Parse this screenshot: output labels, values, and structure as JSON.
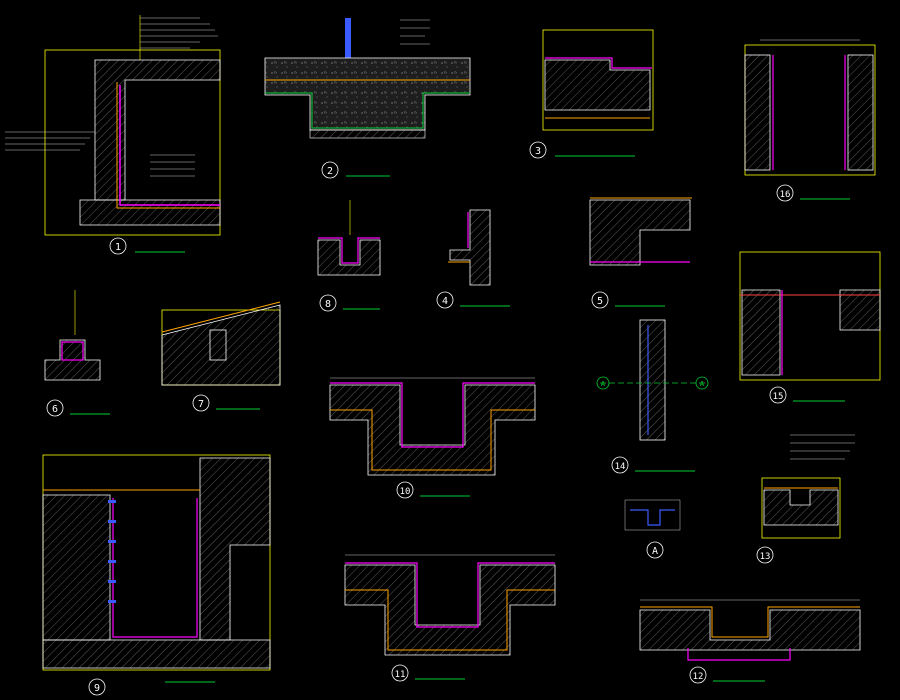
{
  "colors": {
    "background": "#000000",
    "concrete_outline": "#ffffff",
    "hatch": "#6b6b6b",
    "leader": "#ffff00",
    "waterproof": "#ff00ff",
    "layer": "#ffa500",
    "rebar": "#00ffff",
    "blue_line": "#3a5cff",
    "annotation": "#c8c8c8",
    "underline": "#00cc33"
  },
  "details": [
    {
      "id": "d1",
      "number": "1"
    },
    {
      "id": "d2",
      "number": "2"
    },
    {
      "id": "d3",
      "number": "3"
    },
    {
      "id": "d4",
      "number": "4"
    },
    {
      "id": "d5",
      "number": "5"
    },
    {
      "id": "d6",
      "number": "6"
    },
    {
      "id": "d7",
      "number": "7"
    },
    {
      "id": "d8",
      "number": "8"
    },
    {
      "id": "d9",
      "number": "9"
    },
    {
      "id": "d10",
      "number": "10"
    },
    {
      "id": "d11",
      "number": "11"
    },
    {
      "id": "d12",
      "number": "12"
    },
    {
      "id": "d13",
      "number": "13"
    },
    {
      "id": "d14",
      "number": "14"
    },
    {
      "id": "d15",
      "number": "15"
    },
    {
      "id": "d16",
      "number": "16"
    },
    {
      "id": "dA",
      "number": "A"
    }
  ],
  "section_markers": [
    "A",
    "A"
  ],
  "icons": {
    "detail_marker": "circle-number",
    "section_marker": "circle-arrow"
  }
}
